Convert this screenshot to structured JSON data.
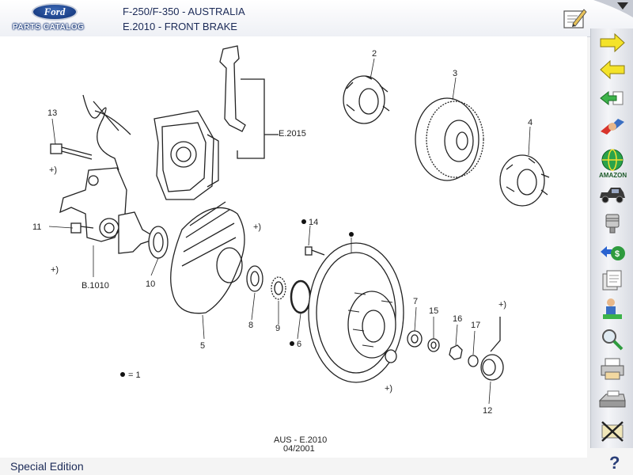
{
  "header": {
    "logo_text": "Ford",
    "logo_subtext": "PARTS CATALOG",
    "title_line1": "F-250/F-350 - AUSTRALIA",
    "title_line2": "E.2010 - FRONT BRAKE"
  },
  "diagram": {
    "callouts": {
      "c2": "2",
      "c3": "3",
      "c4": "4",
      "c5": "5",
      "c6": "6",
      "c7": "7",
      "c8": "8",
      "c9": "9",
      "c10": "10",
      "c11": "11",
      "c12": "12",
      "c13": "13",
      "c14": "14",
      "c15": "15",
      "c16": "16",
      "c17": "17",
      "e2015": "E.2015",
      "b1010": "B.1010",
      "plus1": "+)",
      "plus2": "+)",
      "plus3": "+)",
      "plus4": "+)",
      "plus5": "+)"
    },
    "legend_text": "= 1",
    "reference_line1": "AUS - E.2010",
    "reference_line2": "04/2001"
  },
  "toolbar": {
    "items": [
      "forward-arrow-icon",
      "back-arrow-icon",
      "return-icon",
      "hands-icon",
      "amazon-globe-icon",
      "vehicle-icon",
      "engine-piston-icon",
      "parts-money-icon",
      "documents-icon",
      "person-lab-icon",
      "magnifier-icon",
      "printer-icon",
      "fax-icon",
      "cancel-icon"
    ],
    "amazon_label": "AMAZON"
  },
  "footer": {
    "edition": "Special Edition",
    "help": "?"
  },
  "colors": {
    "brand_blue": "#0d2f74",
    "header_text": "#1b2a57",
    "line": "#222222"
  }
}
